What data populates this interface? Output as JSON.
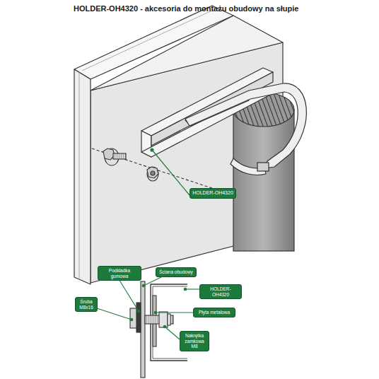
{
  "diagram": {
    "title": "HOLDER-OH4320 - akcesoria do montażu obudowy na słupie",
    "nodes": [
      {
        "text": [
          "HOLDER-OH4320"
        ]
      },
      {
        "text": [
          "Podkładka gumowa"
        ]
      },
      {
        "text": [
          "Ściana obudowy"
        ]
      },
      {
        "text": [
          "HOLDER-OH4320"
        ]
      },
      {
        "text": [
          "Śruba M8x16"
        ]
      },
      {
        "text": [
          "Płyta metalowa"
        ]
      },
      {
        "text": [
          "Nakrętka zamkowa M8"
        ]
      }
    ]
  }
}
